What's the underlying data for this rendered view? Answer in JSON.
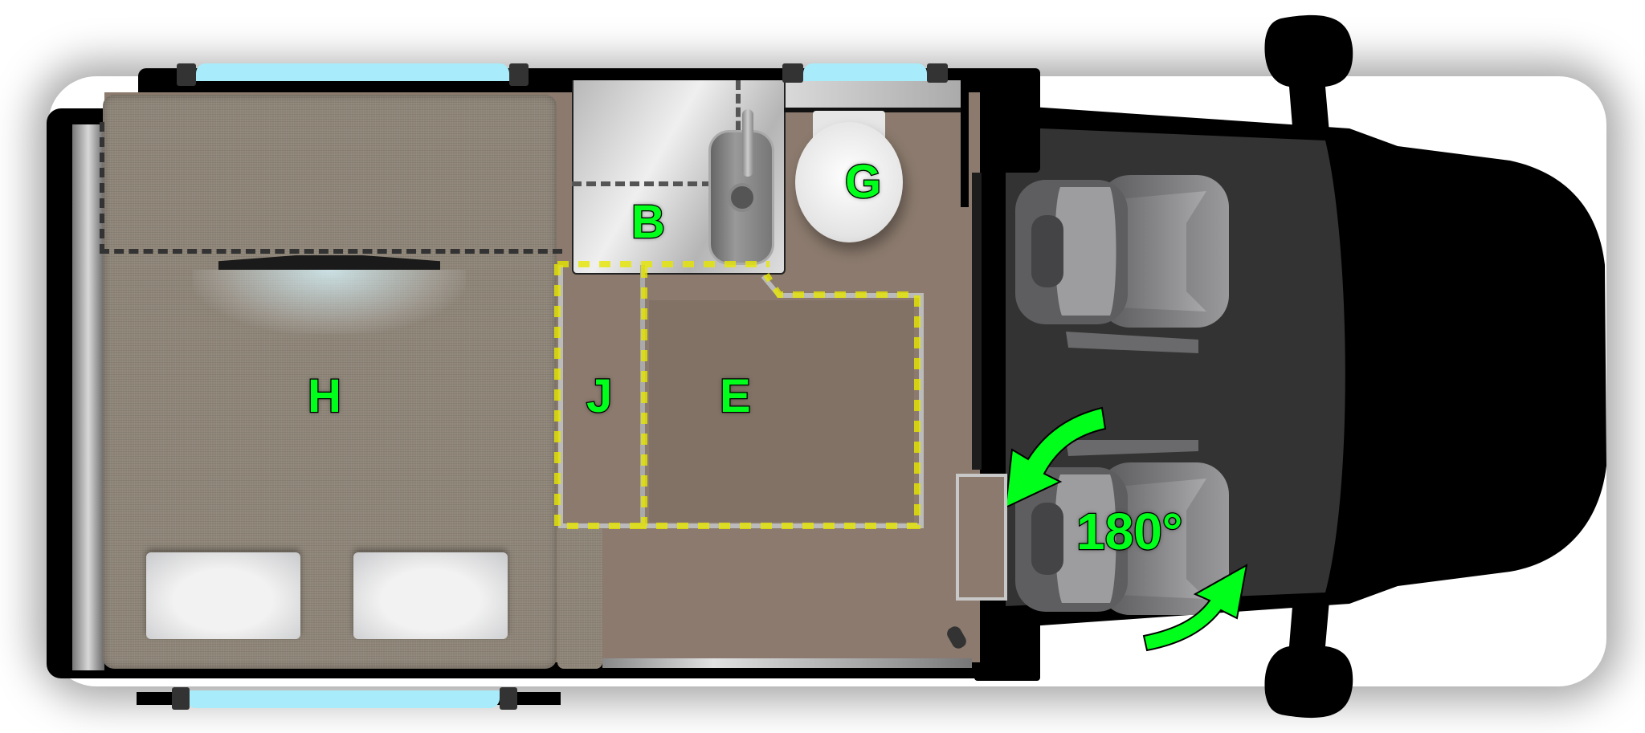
{
  "diagram": {
    "title": "Camper van floor plan (top view)",
    "orientation": "rear-left, cab-right",
    "colors": {
      "label_green": "#00ff1a",
      "label_outline": "#000000",
      "zone_outline_yellow": "#e6e600",
      "dashed_gray": "#333333",
      "bed_fabric": "#8f8679",
      "floor": "#8b7a6d",
      "counter_steel": "#d0d0d0",
      "cab_floor": "#333333",
      "body_black": "#000000",
      "window_glass": "#a8ecfb",
      "seat_gray": "#8a8a8c",
      "arrow_green": "#00ff1a"
    },
    "zones": [
      {
        "id": "H",
        "label": "H",
        "description": "rear bed with two pillows and reading light"
      },
      {
        "id": "B",
        "label": "B",
        "description": "galley counter with sink"
      },
      {
        "id": "G",
        "label": "G",
        "description": "washroom with toilet"
      },
      {
        "id": "J",
        "label": "J",
        "description": "floor zone outlined in yellow dashes"
      },
      {
        "id": "E",
        "label": "E",
        "description": "floor zone outlined in yellow dashes"
      }
    ],
    "swivel_seat": {
      "rotation_label": "180°",
      "arrows": 2
    },
    "windows": 3,
    "pillows": 2,
    "cab_seats": 2
  }
}
